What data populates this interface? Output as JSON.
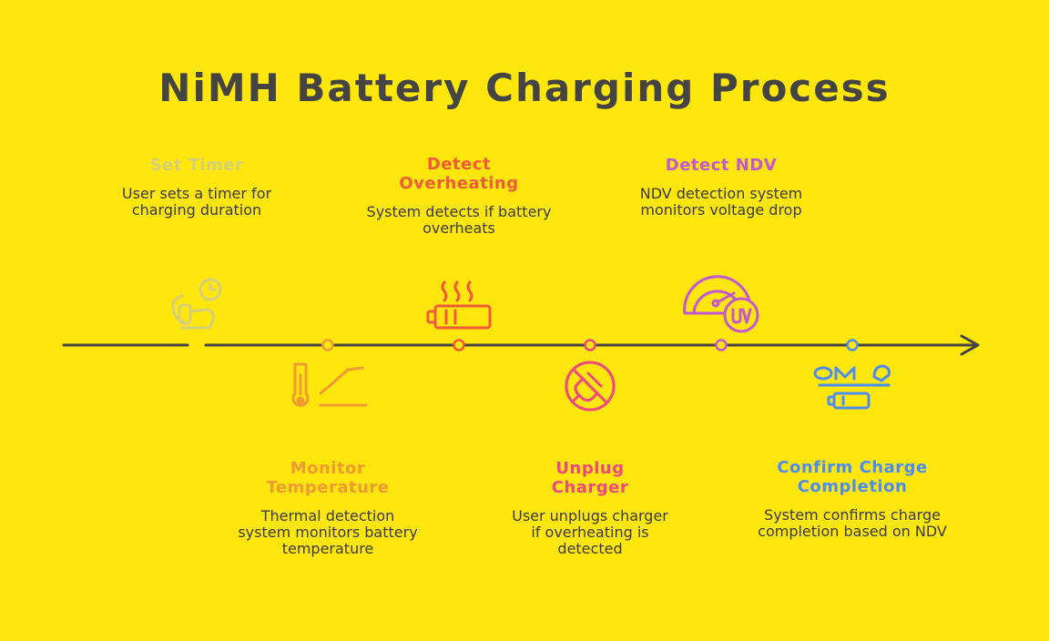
{
  "title": "NiMH Battery Charging Process",
  "steps": [
    {
      "heading": "Set Timer",
      "description": "User sets a timer for charging duration",
      "color": "#D5CF7A",
      "icon": "hand-timer-icon"
    },
    {
      "heading": "Monitor Temperature",
      "description": "Thermal detection system monitors battery temperature",
      "color": "#F09A33",
      "icon": "thermometer-graph-icon"
    },
    {
      "heading": "Detect Overheating",
      "description": "System detects if battery overheats",
      "color": "#F25A3A",
      "icon": "hot-battery-icon"
    },
    {
      "heading": "Unplug Charger",
      "description": "User unplugs charger if overheating is detected",
      "color": "#F0487E",
      "icon": "no-plug-icon"
    },
    {
      "heading": "Detect NDV",
      "description": "NDV detection system monitors voltage drop",
      "color": "#C457D3",
      "icon": "voltage-gauge-icon"
    },
    {
      "heading": "Confirm Charge Completion",
      "description": "System confirms charge completion based on NDV",
      "color": "#4D8CF0",
      "icon": "battery-signal-icon"
    }
  ]
}
